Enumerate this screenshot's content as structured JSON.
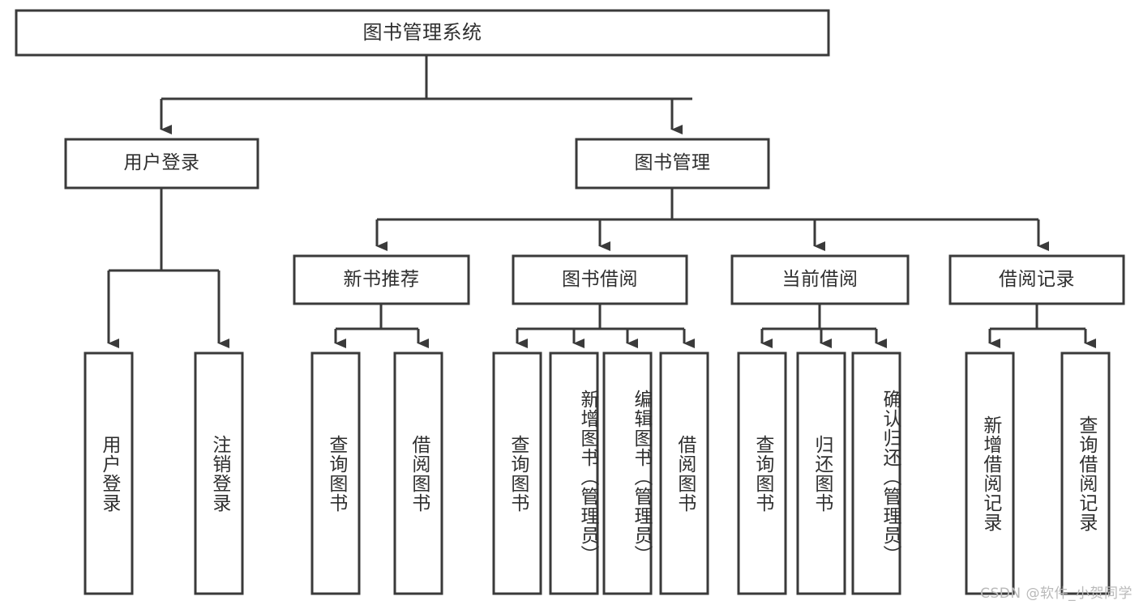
{
  "diagram": {
    "type": "tree",
    "title": "图书管理系统",
    "root": {
      "id": "root",
      "label": "图书管理系统"
    },
    "level2": [
      {
        "id": "user-login",
        "label": "用户登录"
      },
      {
        "id": "book-manage",
        "label": "图书管理"
      }
    ],
    "level3": [
      {
        "id": "new-book-recommend",
        "label": "新书推荐"
      },
      {
        "id": "book-borrow",
        "label": "图书借阅"
      },
      {
        "id": "current-borrow",
        "label": "当前借阅"
      },
      {
        "id": "borrow-record",
        "label": "借阅记录"
      }
    ],
    "leaves": {
      "user_login": [
        {
          "id": "leaf-user-login",
          "label": "用户登录"
        },
        {
          "id": "leaf-logout-login",
          "label": "注销登录"
        }
      ],
      "new_book_recommend": [
        {
          "id": "leaf-query-book-1",
          "label": "查询图书"
        },
        {
          "id": "leaf-borrow-book-1",
          "label": "借阅图书"
        }
      ],
      "book_borrow": [
        {
          "id": "leaf-query-book-2",
          "label": "查询图书"
        },
        {
          "id": "leaf-add-book",
          "label": "新增图书（管理员）"
        },
        {
          "id": "leaf-edit-book",
          "label": "编辑图书（管理员）"
        },
        {
          "id": "leaf-borrow-book-2",
          "label": "借阅图书"
        }
      ],
      "current_borrow": [
        {
          "id": "leaf-query-book-3",
          "label": "查询图书"
        },
        {
          "id": "leaf-return-book",
          "label": "归还图书"
        },
        {
          "id": "leaf-confirm-return",
          "label": "确认归还（管理员）"
        }
      ],
      "borrow_record": [
        {
          "id": "leaf-add-borrow-record",
          "label": "新增借阅记录"
        },
        {
          "id": "leaf-query-borrow-record",
          "label": "查询借阅记录"
        }
      ]
    }
  },
  "watermark": {
    "text": "CSDN @软件_小贺同学"
  },
  "colors": {
    "background": "#ffffff",
    "box_fill": "#ffffff",
    "box_stroke": "#3a3a3a",
    "connector": "#3a3a3a",
    "text": "#2f2f2f",
    "watermark": "#b9b9b9"
  }
}
